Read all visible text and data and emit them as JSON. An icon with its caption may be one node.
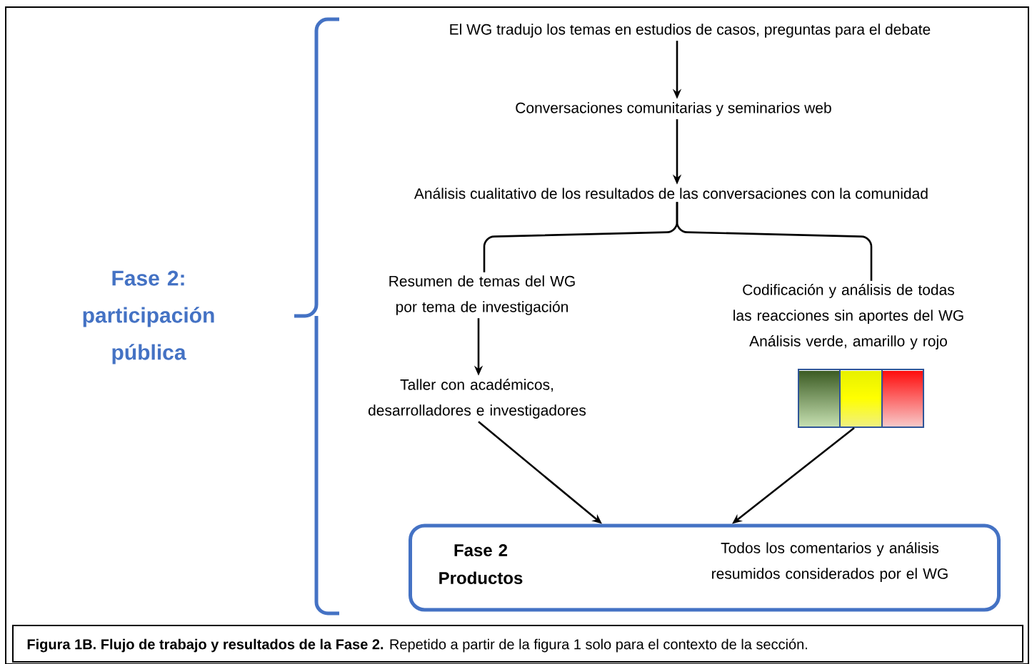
{
  "diagram": {
    "caption": "**Figura 1B. Flujo de trabajo y resultados de la Fase 2.** Repetido a partir de la figura 1 solo para el contexto de la sección.",
    "nodes": [
      {
        "text": [
          "El WG tradujo los temas en estudios de casos, preguntas para el debate"
        ]
      },
      {
        "text": [
          "Conversaciones comunitarias y seminarios web"
        ]
      },
      {
        "text": [
          "Análisis cualitativo de los resultados de las conversaciones con la comunidad"
        ]
      },
      {
        "text": [
          "Resumen de temas del WG por tema de investigación"
        ]
      },
      {
        "text": [
          "Codificación y análisis de todas las reacciones sin aportes del WG",
          "Análisis verde, amarillo y rojo"
        ]
      },
      {
        "text": [
          "Taller con académicos, desarrolladores e investigadores"
        ]
      },
      {
        "text": [],
        "shape": "box"
      },
      {
        "text": [
          "Fase 2 Productos",
          "Todos los comentarios y análisis resumidos considerados por el WG"
        ]
      }
    ],
    "edges": [
      {
        "from": 0,
        "to": 1,
        "arrow": "to"
      },
      {
        "from": 1,
        "to": 2,
        "arrow": "to"
      },
      {
        "from": 2,
        "to": 3,
        "arrow": "none"
      },
      {
        "from": 2,
        "to": 4,
        "arrow": "none"
      },
      {
        "from": 3,
        "to": 5,
        "arrow": "to"
      },
      {
        "from": 5,
        "to": 7,
        "arrow": "to"
      },
      {
        "from": 6,
        "to": 7,
        "arrow": "to"
      }
    ],
    "labels": [
      "Fase 2: participación pública"
    ]
  }
}
